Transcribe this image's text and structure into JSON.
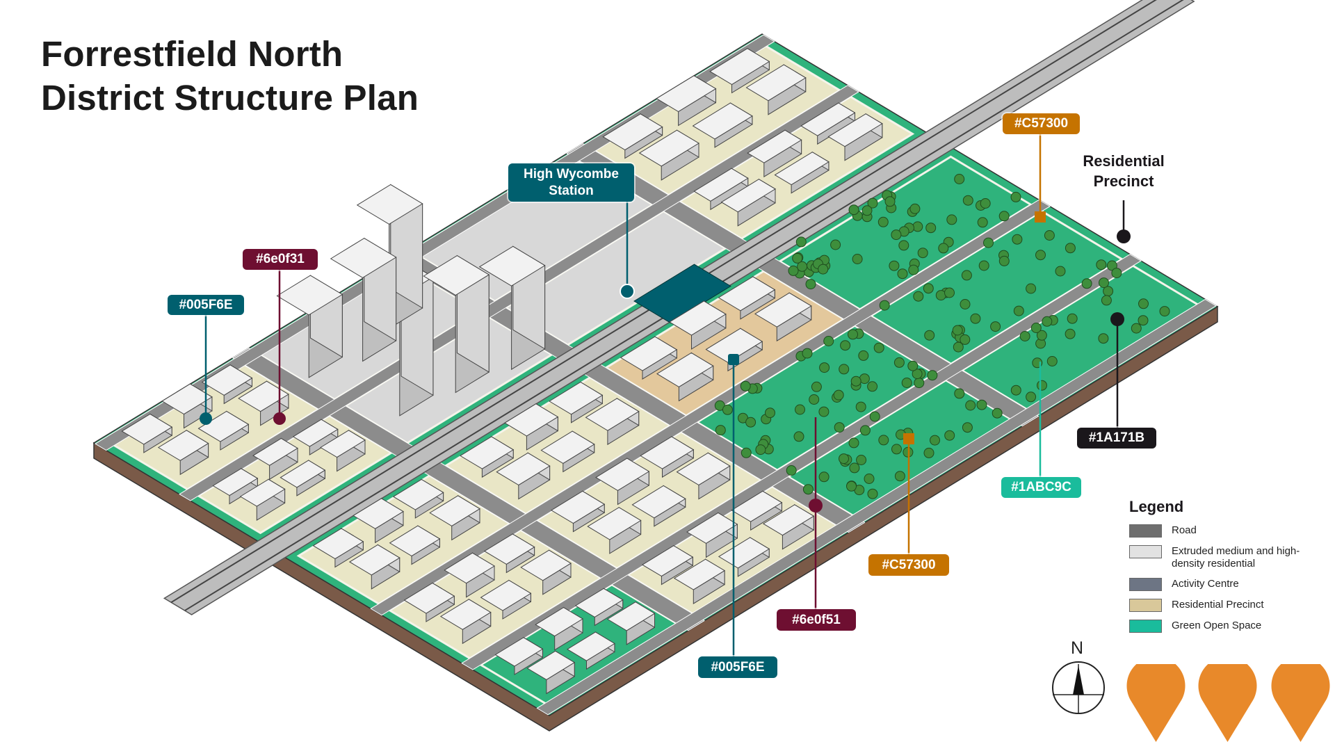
{
  "title": {
    "line1": "Forrestfield North",
    "line2": "District Structure Plan"
  },
  "callouts": {
    "station": {
      "text": "High Wycombe Station",
      "color": "#005F6E"
    },
    "maroon_top": {
      "text": "#6e0f31",
      "color": "#6e0f31"
    },
    "teal_top": {
      "text": "#005F6E",
      "color": "#005F6E"
    },
    "orange_top": {
      "text": "#C57300",
      "color": "#C57300"
    },
    "residential": {
      "text": "Residential Precinct",
      "color": "#1A171B"
    },
    "black": {
      "text": "#1A171B",
      "color": "#1A171B"
    },
    "turquoise": {
      "text": "#1ABC9C",
      "color": "#1ABC9C"
    },
    "orange_bottom": {
      "text": "#C57300",
      "color": "#C57300"
    },
    "maroon_bottom": {
      "text": "#6e0f51",
      "color": "#6e0f31"
    },
    "teal_bottom": {
      "text": "#005F6E",
      "color": "#005F6E"
    }
  },
  "legend": {
    "title": "Legend",
    "items": [
      {
        "label": "Road",
        "color": "#6f6f6f"
      },
      {
        "label": "Extruded medium and high-density residential",
        "color": "#e2e2e2"
      },
      {
        "label": "Activity Centre",
        "color": "#6d7584"
      },
      {
        "label": "Residential Precinct",
        "color": "#d9c89a"
      },
      {
        "label": "Green Open Space",
        "color": "#1ABC9C"
      }
    ]
  },
  "compass": {
    "label": "N",
    "icon": "north-arrow-icon"
  },
  "pins": {
    "color": "#E8892A",
    "count": 3,
    "icon": "map-pin-icon"
  },
  "colors": {
    "green_space": "#2fb37c",
    "road": "#8c8c8c",
    "residential": "#e9e6c6",
    "high_density": "#d8d8d8",
    "earth": "#7a5a48"
  }
}
